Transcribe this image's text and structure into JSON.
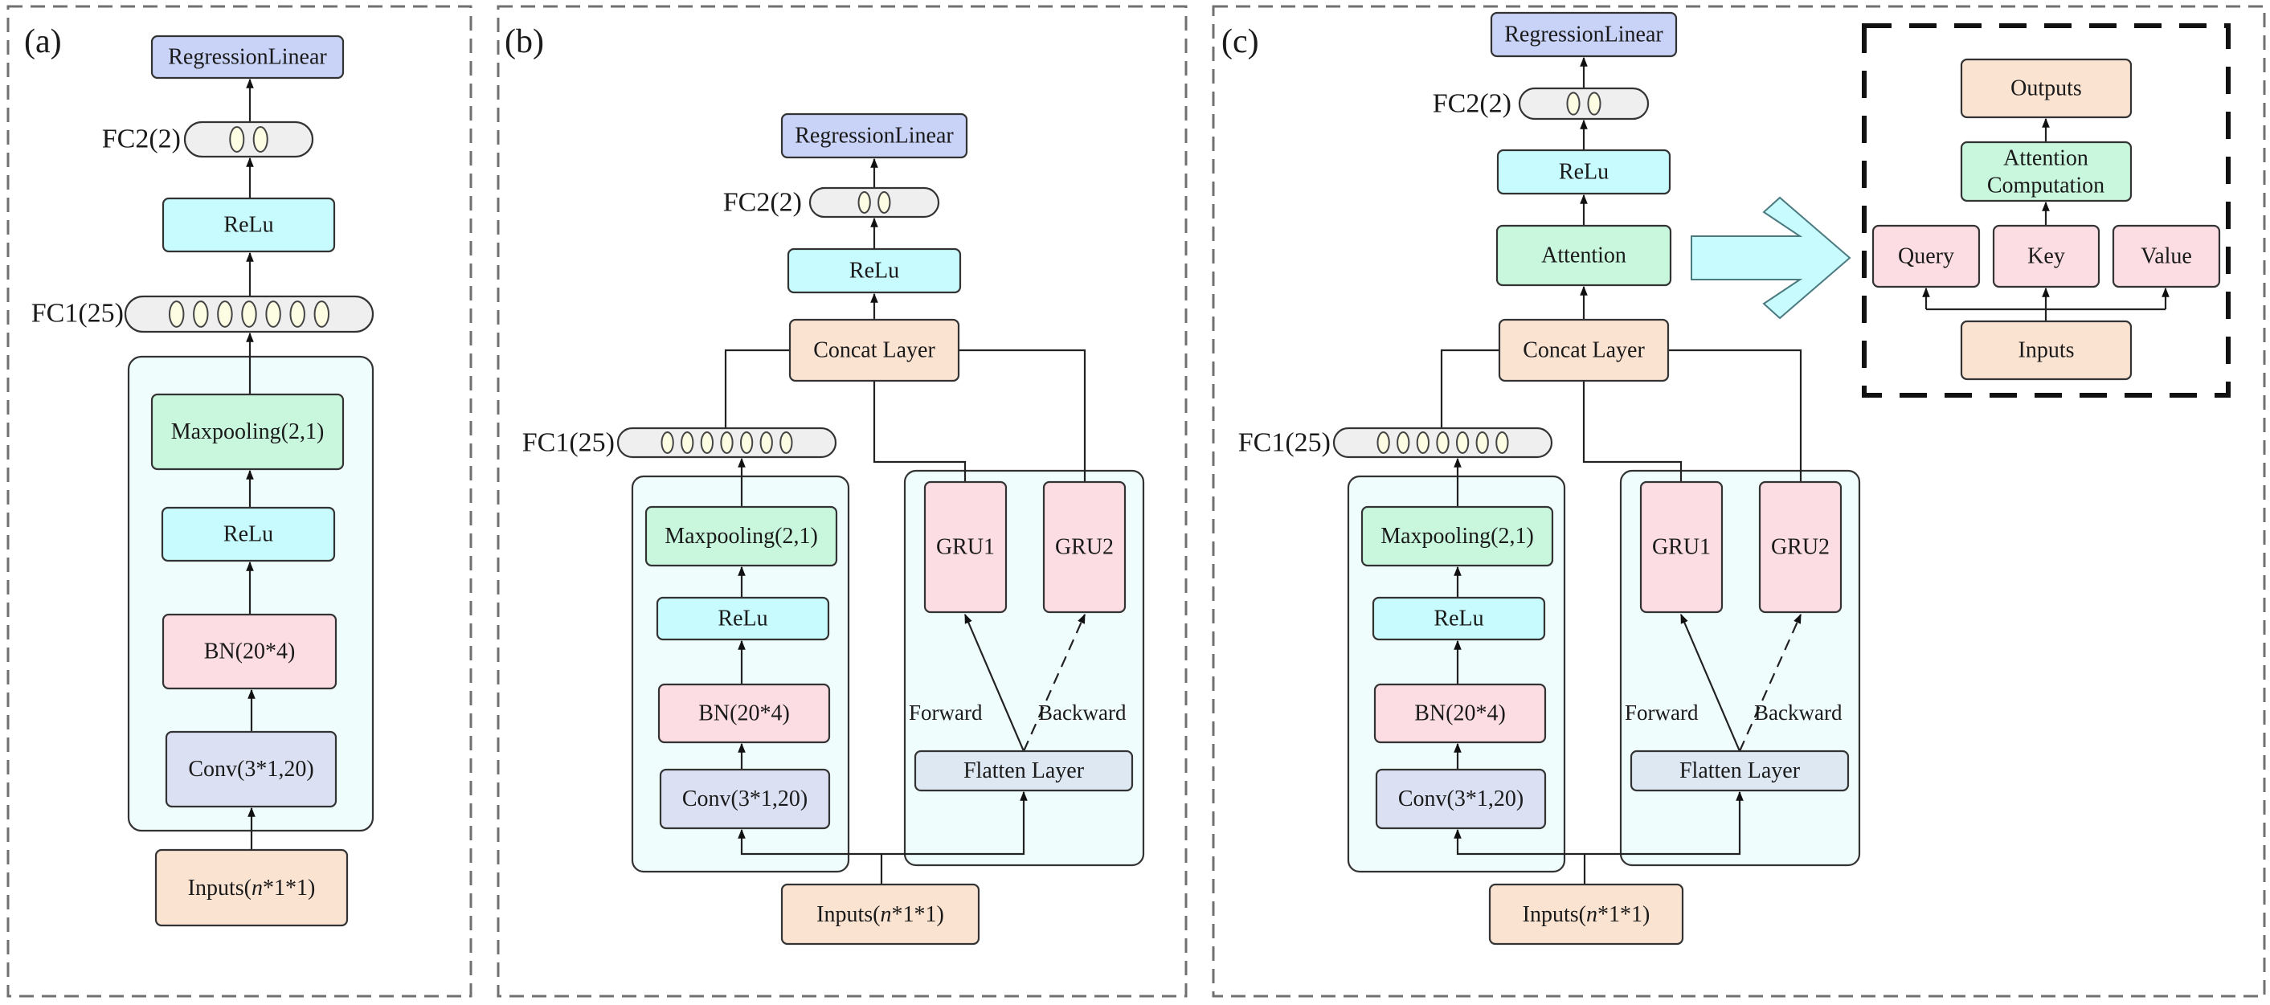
{
  "figure": {
    "colors": {
      "regression": "#c9d3f8",
      "relu": "#c8fbfd",
      "maxpool": "#c8f7dd",
      "attention": "#c8f7dd",
      "bn": "#fbdde3",
      "gru": "#fbdde3",
      "qkv": "#fbdde3",
      "conv": "#dbe1f3",
      "flatten": "#dde8f3",
      "inputs": "#fbe3d2",
      "concat": "#fbe3d2",
      "outputs": "#fbe3d2"
    },
    "panels": [
      {
        "id": "a",
        "label": "(a)",
        "nodes": {
          "regression": "RegressionLinear",
          "fc2_label": "FC2(2)",
          "fc2_units": 2,
          "relu_top": "ReLu",
          "fc1_label": "FC1(25)",
          "fc1_units_drawn": 7,
          "maxpool": "Maxpooling(2,1)",
          "relu_inner": "ReLu",
          "bn": "BN(20*4)",
          "conv": "Conv(3*1,20)",
          "inputs_prefix": "Inputs(",
          "inputs_var": "n",
          "inputs_suffix": "*1*1)"
        }
      },
      {
        "id": "b",
        "label": "(b)",
        "nodes": {
          "regression": "RegressionLinear",
          "fc2_label": "FC2(2)",
          "fc2_units": 2,
          "relu_top": "ReLu",
          "concat": "Concat Layer",
          "fc1_label": "FC1(25)",
          "fc1_units_drawn": 7,
          "maxpool": "Maxpooling(2,1)",
          "relu_inner": "ReLu",
          "bn": "BN(20*4)",
          "conv": "Conv(3*1,20)",
          "gru1": "GRU1",
          "gru2": "GRU2",
          "forward": "Forward",
          "backward": "Backward",
          "flatten": "Flatten Layer",
          "inputs_prefix": "Inputs(",
          "inputs_var": "n",
          "inputs_suffix": "*1*1)"
        }
      },
      {
        "id": "c",
        "label": "(c)",
        "nodes": {
          "regression": "RegressionLinear",
          "fc2_label": "FC2(2)",
          "fc2_units": 2,
          "relu_top": "ReLu",
          "attention": "Attention",
          "concat": "Concat Layer",
          "fc1_label": "FC1(25)",
          "fc1_units_drawn": 7,
          "maxpool": "Maxpooling(2,1)",
          "relu_inner": "ReLu",
          "bn": "BN(20*4)",
          "conv": "Conv(3*1,20)",
          "gru1": "GRU1",
          "gru2": "GRU2",
          "forward": "Forward",
          "backward": "Backward",
          "flatten": "Flatten Layer",
          "inputs_prefix": "Inputs(",
          "inputs_var": "n",
          "inputs_suffix": "*1*1)"
        },
        "attention_detail": {
          "outputs": "Outputs",
          "computation_line1": "Attention",
          "computation_line2": "Computation",
          "query": "Query",
          "key": "Key",
          "value": "Value",
          "inputs": "Inputs"
        }
      }
    ]
  }
}
